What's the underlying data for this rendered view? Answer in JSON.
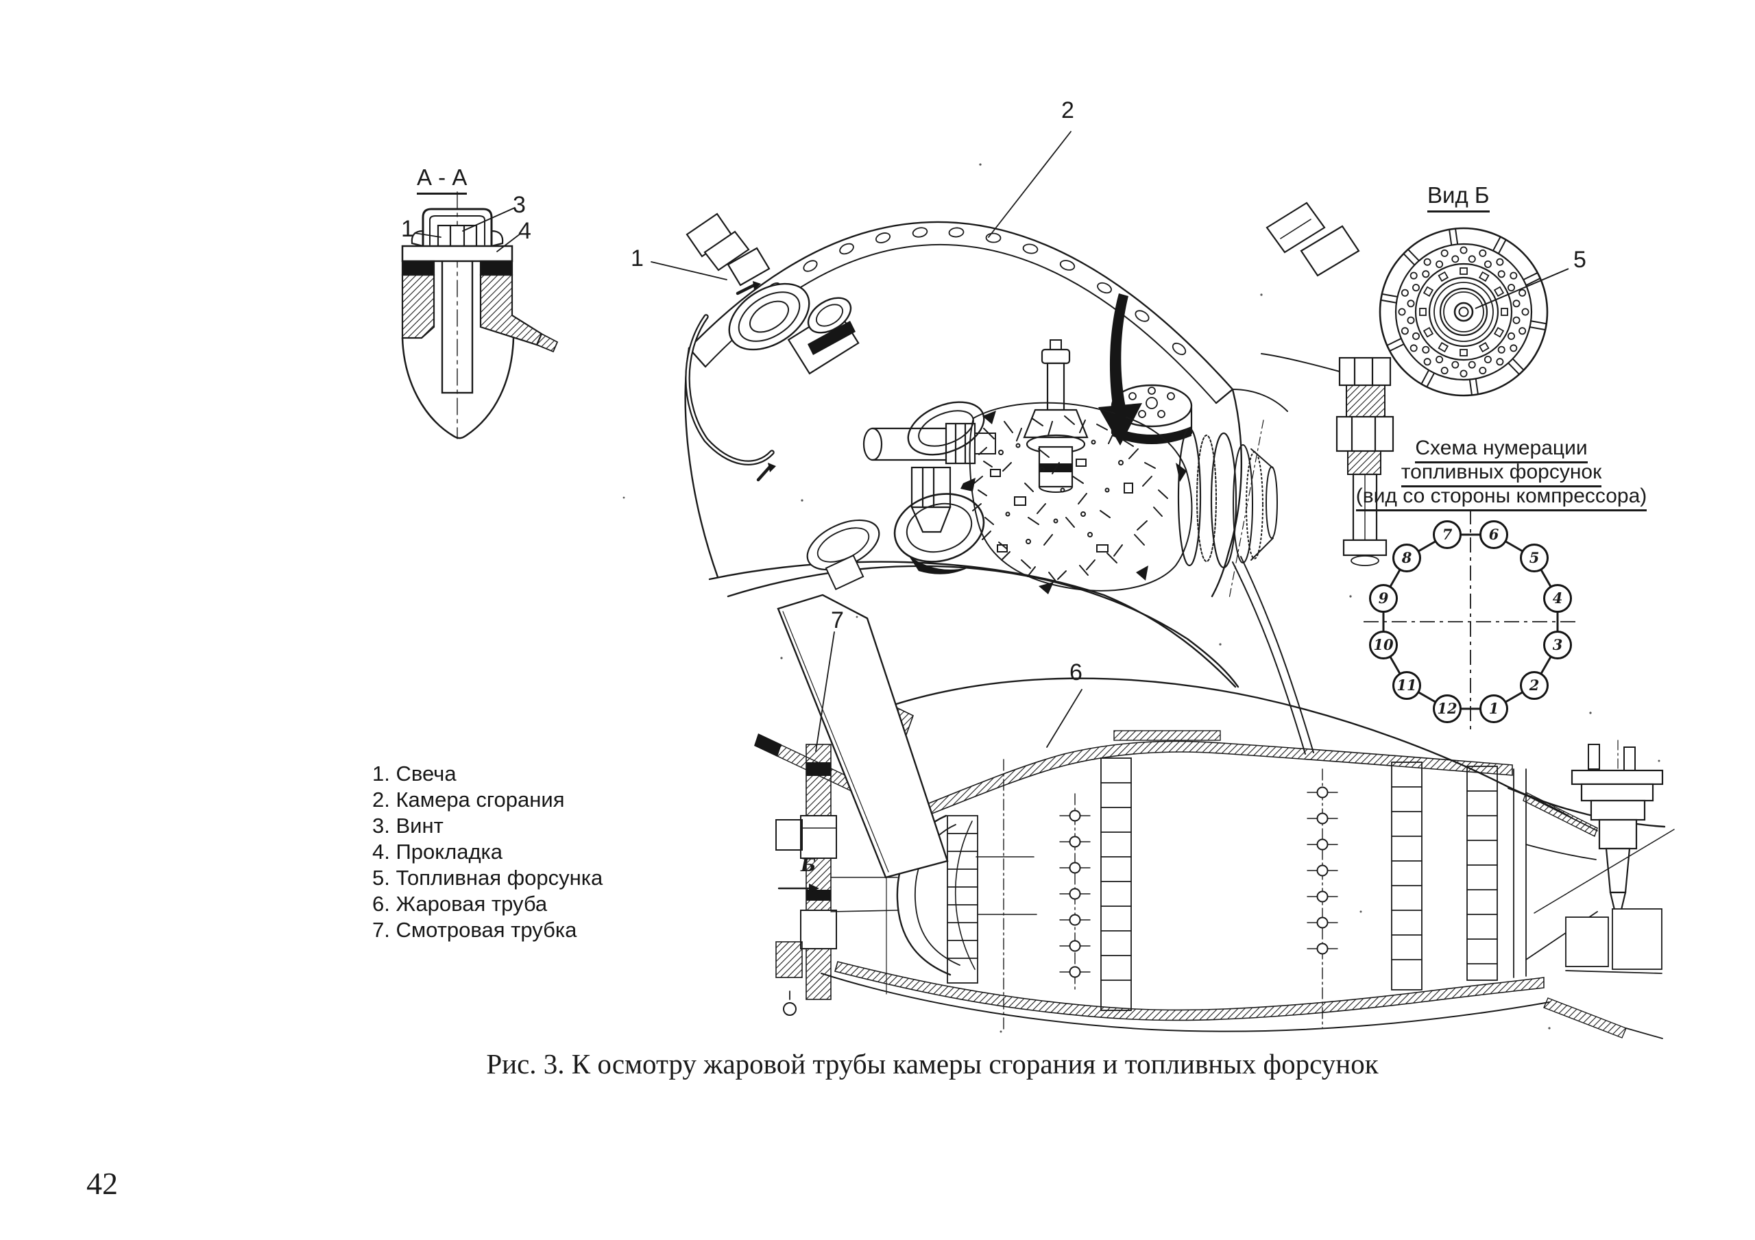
{
  "page": {
    "number": "42",
    "caption": "Рис. 3. К осмотру жаровой трубы камеры сгорания и топливных форсунок",
    "paper_color": "#ffffff",
    "ink_color": "#1a1a1a"
  },
  "legend": {
    "items": [
      "1. Свеча",
      "2. Камера сгорания",
      "3. Винт",
      "4. Прокладка",
      "5. Топливная форсунка",
      "6. Жаровая труба",
      "7. Смотровая трубка"
    ]
  },
  "section_aa": {
    "title": "А - А",
    "callout_1": "1",
    "callout_3": "3",
    "callout_4": "4"
  },
  "chamber": {
    "callout_1": "1",
    "callout_2": "2"
  },
  "view_b": {
    "title": "Вид Б",
    "callout_5": "5"
  },
  "injector_numbering": {
    "title_lines": [
      "Схема нумерации",
      "топливных форсунок",
      "(вид со стороны компрессора)"
    ],
    "labels": [
      "1",
      "2",
      "3",
      "4",
      "5",
      "6",
      "7",
      "8",
      "9",
      "10",
      "11",
      "12"
    ]
  },
  "flame_tube": {
    "callout_6": "6",
    "callout_7": "7",
    "view_label": "Б"
  }
}
